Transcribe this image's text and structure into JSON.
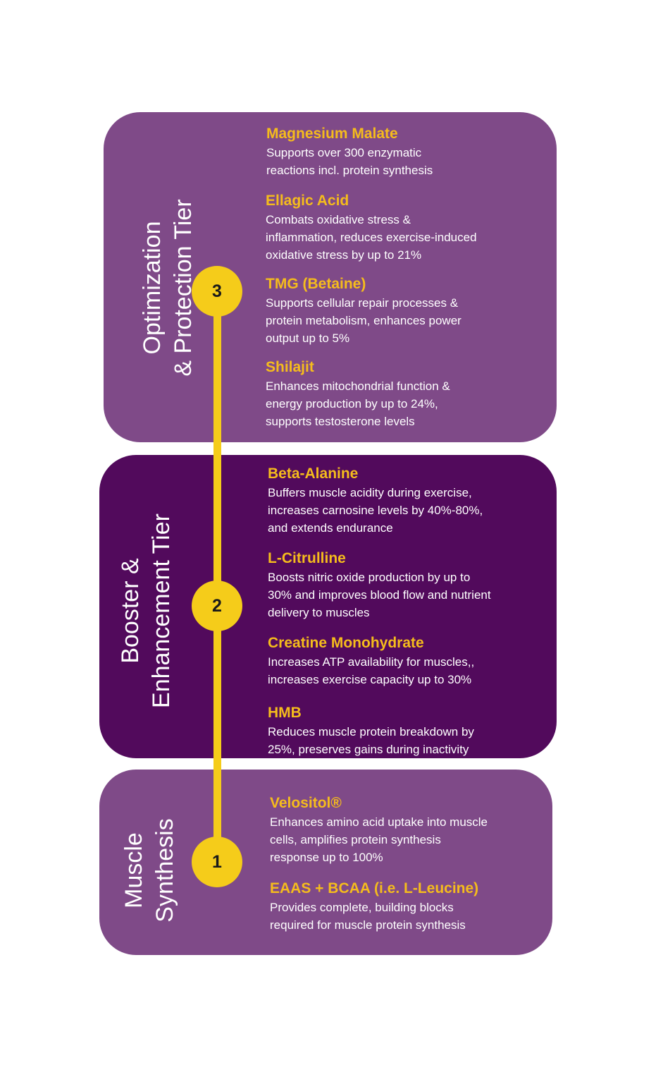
{
  "tiers": [
    {
      "number": "3",
      "title_lines": [
        "Optimization",
        "& Protection Tier"
      ],
      "items": [
        {
          "name": "Magnesium  Malate",
          "desc": "Supports  over 300 enzymatic\nreactions incl. protein synthesis"
        },
        {
          "name": "Ellagic Acid",
          "desc": "Combats oxidative  stress &\ninflammation,  reduces exercise-induced\noxidative stress by up to 21%"
        },
        {
          "name": "TMG (Betaine)",
          "desc": "Supports cellular repair processes &\nprotein metabolism,  enhances power\noutput up to 5%"
        },
        {
          "name": "Shilajit",
          "desc": "Enhances mitochondrial function &\nenergy production by up to 24%,\nsupports  testosterone levels"
        }
      ]
    },
    {
      "number": "2",
      "title_lines": [
        "Booster &",
        "Enhancement Tier"
      ],
      "items": [
        {
          "name": "Beta-Alanine",
          "desc": "Buffers muscle  acidity during exercise,\nincreases carnosine levels by 40%-80%,\nand extends endurance"
        },
        {
          "name": "L-Citrulline",
          "desc": "Boosts nitric oxide production by up to\n30% and improves blood flow and nutrient\ndelivery to muscles"
        },
        {
          "name": "Creatine Monohydrate",
          "desc": "Increases ATP availability for muscles,,\nincreases exercise capacity up to 30%"
        },
        {
          "name": "HMB",
          "desc": "Reduces muscle protein breakdown  by\n25%, preserves gains during  inactivity"
        }
      ]
    },
    {
      "number": "1",
      "title_lines": [
        "Muscle",
        "Synthesis"
      ],
      "items": [
        {
          "name": "Velositol®",
          "desc": "Enhances amino acid uptake into muscle\ncells, amplifies  protein synthesis\nresponse up to 100%"
        },
        {
          "name": "EAAS + BCAA (i.e. L-Leucine)",
          "desc": "Provides complete,  building  blocks\nrequired for muscle protein synthesis"
        }
      ]
    }
  ],
  "colors": {
    "tier_light": "#7f4a88",
    "tier_dark": "#520a5c",
    "accent_yellow": "#f5cc1a",
    "heading_yellow": "#f5bc1c"
  }
}
